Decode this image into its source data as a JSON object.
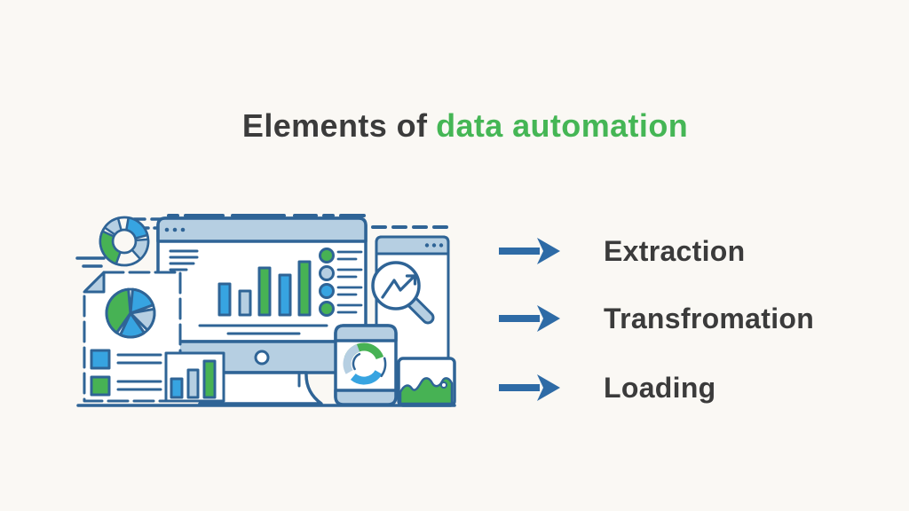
{
  "theme": {
    "bg": "#faf8f4",
    "ink": "#3b3b3b",
    "title-green": "#45b655",
    "arrow-blue": "#2e6ba6",
    "outline": "#2f6496",
    "light-blue": "#b6cfe2",
    "bright-blue": "#37a4e1",
    "green": "#47b254",
    "white": "#ffffff"
  },
  "title": {
    "prefix": "Elements of",
    "highlight": "data automation"
  },
  "steps": [
    {
      "label": "Extraction"
    },
    {
      "label": "Transfromation"
    },
    {
      "label": "Loading"
    }
  ],
  "illustration": {
    "description": "Flat line illustration of a data dashboard: monitor with bar chart and checklist, report document with pie chart, donut charts, smartphone, browser window with magnifier trend, area chart card",
    "icons": [
      "donut-chart-icon",
      "report-document-icon",
      "pie-chart-icon",
      "monitor-dashboard-icon",
      "bar-chart-icon",
      "checklist-icon",
      "mini-bar-chart-icon",
      "browser-window-icon",
      "magnifier-trend-icon",
      "smartphone-donut-icon",
      "area-chart-card-icon"
    ]
  }
}
